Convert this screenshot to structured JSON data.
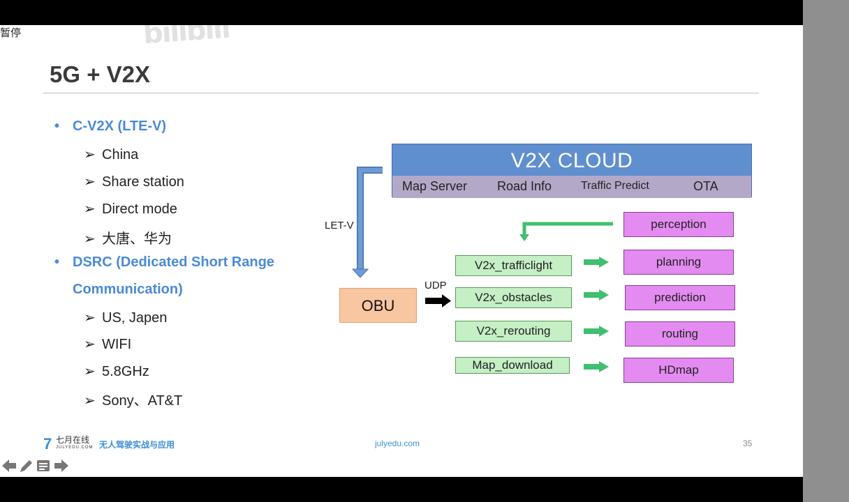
{
  "watermark": "bilibili",
  "left_stray_text": "暂停",
  "slide": {
    "title": "5G + V2X",
    "bullets": [
      {
        "label": "C-V2X (LTE-V)",
        "items": [
          "China",
          "Share station",
          "Direct mode",
          "大唐、华为"
        ]
      },
      {
        "label_line1": "DSRC (Dedicated Short Range",
        "label_line2": "Communication)",
        "items": [
          "US, Japen",
          "WIFI",
          "5.8GHz",
          "Sony、AT&T"
        ]
      }
    ],
    "bullet_symbol": "•",
    "arrow_symbol": "➢",
    "diagram": {
      "cloud_title": "V2X CLOUD",
      "cloud_services": [
        "Map Server",
        "Road Info",
        "Traffic Predict",
        "OTA"
      ],
      "link_label": "LET-V",
      "obu_label": "OBU",
      "udp_label": "UDP",
      "v2x_modules": [
        "V2x_trafficlight",
        "V2x_obstacles",
        "V2x_rerouting",
        "Map_download"
      ],
      "targets": [
        "perception",
        "planning",
        "prediction",
        "routing",
        "HDmap"
      ]
    },
    "footer": {
      "logo_glyph": "7",
      "logo_text": "七月在线",
      "logo_sub": "JULYEDU.COM",
      "course": "无人驾驶实战与应用",
      "url": "julyedu.com",
      "page_number": "35"
    }
  },
  "colors": {
    "cloud_blue": "#5f8fcf",
    "cloud_purple": "#b4a8c8",
    "green_box": "#c5efc5",
    "purple_box": "#e38bf0",
    "obu": "#f8c6a0",
    "accent_blue": "#4a8ad4",
    "arrow_green": "#3fbf6f"
  },
  "nav_icons": [
    "prev-arrow-icon",
    "pen-icon",
    "menu-icon",
    "next-arrow-icon"
  ]
}
